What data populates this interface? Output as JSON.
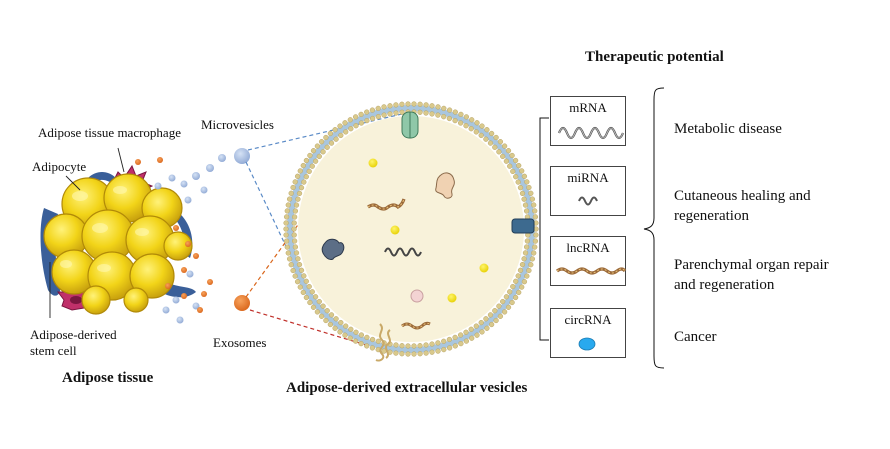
{
  "labels": {
    "adipose_tissue_macrophage": "Adipose tissue macrophage",
    "adipocyte": "Adipocyte",
    "adipose_derived_stem_cell_line1": "Adipose-derived",
    "adipose_derived_stem_cell_line2": "stem cell",
    "adipose_tissue_title": "Adipose tissue",
    "microvesicles": "Microvesicles",
    "exosomes": "Exosomes",
    "vesicles_title": "Adipose-derived extracellular vesicles",
    "therapeutic_title": "Therapeutic potential"
  },
  "rna_boxes": [
    {
      "name": "mRNA"
    },
    {
      "name": "miRNA"
    },
    {
      "name": "lncRNA"
    },
    {
      "name": "circRNA"
    }
  ],
  "therapeutic_items": [
    {
      "line1": "Metabolic disease",
      "line2": ""
    },
    {
      "line1": "Cutaneous healing and",
      "line2": "regeneration"
    },
    {
      "line1": "Parenchymal organ repair",
      "line2": "and regeneration"
    },
    {
      "line1": "Cancer",
      "line2": ""
    }
  ],
  "colors": {
    "adipocyte_yellow": "#F2D418",
    "vesicle_interior": "#F8F2DA",
    "membrane_bead": "#D9C98C",
    "membrane_tail": "#A9C6DE",
    "microvesicle_blue": "#A9BFE0",
    "exosome_orange": "#E87A24",
    "circrna_blue": "#29A9EE",
    "macrophage_pink": "#C0306A",
    "stem_cell_blue": "#3A5F99"
  }
}
